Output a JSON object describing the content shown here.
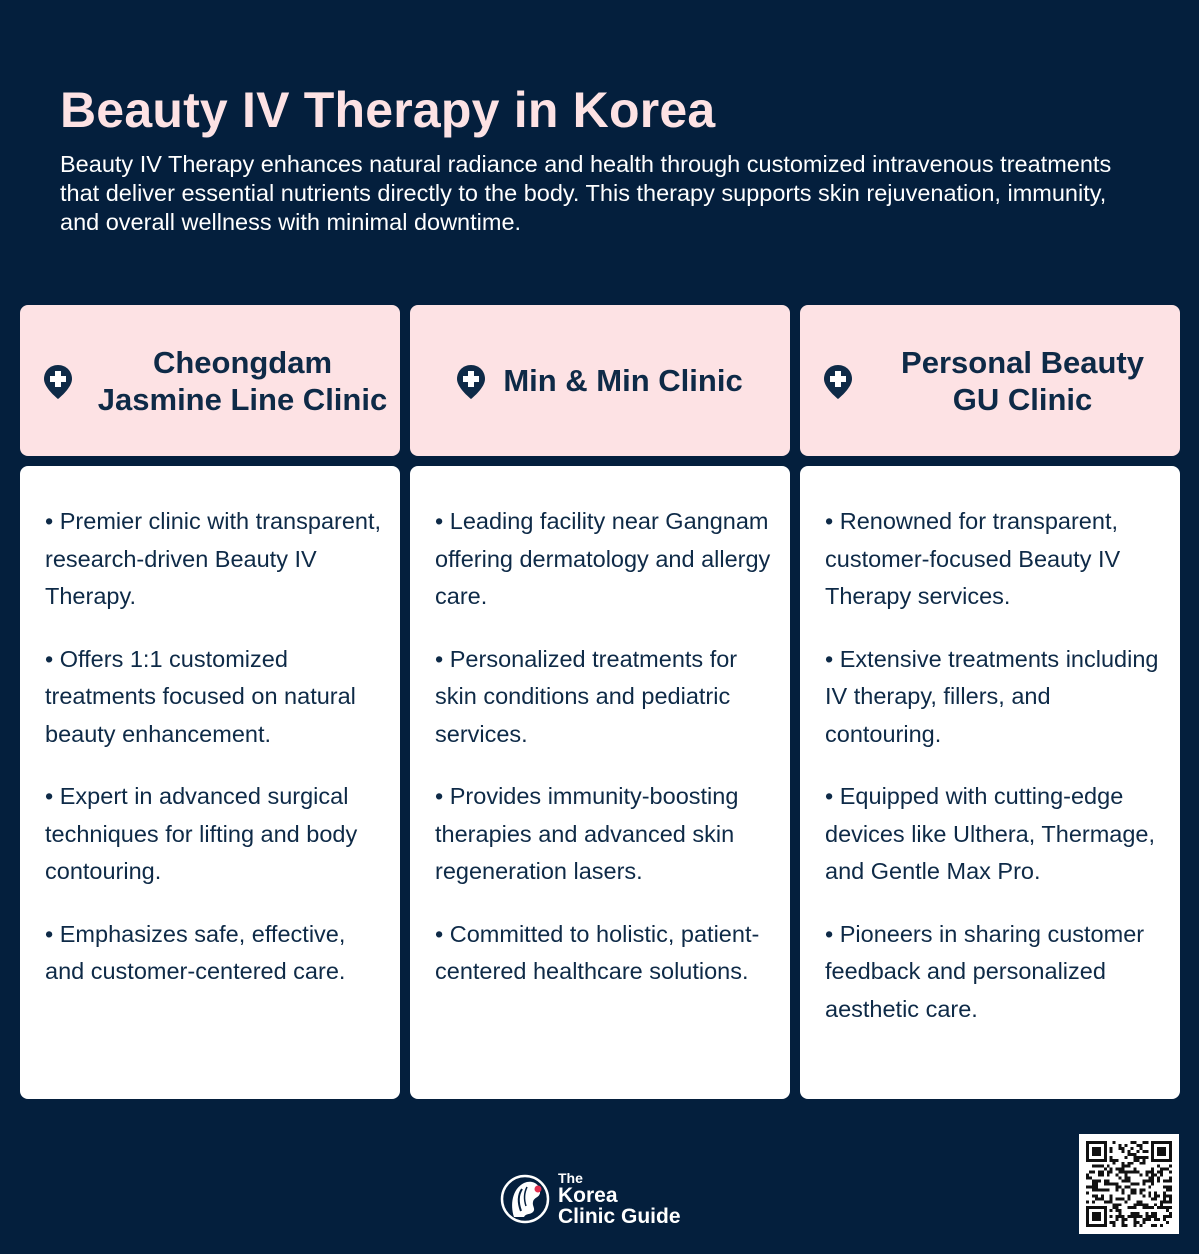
{
  "header": {
    "title": "Beauty IV Therapy in Korea",
    "subtitle": "Beauty IV Therapy enhances natural radiance and health through customized intravenous treatments that deliver essential nutrients directly to the body. This therapy supports skin rejuvenation, immunity, and overall wellness with minimal downtime."
  },
  "colors": {
    "background": "#041f3d",
    "card_header": "#fde2e4",
    "card_body": "#ffffff",
    "text_dark": "#0e2a47",
    "title": "#fde2e4"
  },
  "clinics": [
    {
      "name": "Cheongdam Jasmine Line Clinic",
      "icon": "medical-pin-icon",
      "points": [
        "• Premier clinic with transparent, research-driven Beauty IV Therapy.",
        "• Offers 1:1 customized treatments focused on natural beauty enhancement.",
        "• Expert in advanced surgical techniques for lifting and body contouring.",
        "• Emphasizes safe, effective, and customer-centered care."
      ]
    },
    {
      "name": "Min & Min Clinic",
      "icon": "medical-pin-icon",
      "points": [
        "• Leading facility near Gangnam offering dermatology and allergy care.",
        "• Personalized treatments for skin conditions and pediatric services.",
        "• Provides immunity-boosting therapies and advanced skin regeneration lasers.",
        "• Committed to holistic, patient-centered healthcare solutions."
      ]
    },
    {
      "name": "Personal Beauty GU Clinic",
      "icon": "medical-pin-icon",
      "points": [
        "• Renowned for transparent, customer-focused Beauty IV Therapy services.",
        "• Extensive treatments including IV therapy, fillers, and contouring.",
        "• Equipped with cutting-edge devices like Ulthera, Thermage, and Gentle Max Pro.",
        "• Pioneers in sharing customer feedback and personalized aesthetic care."
      ]
    }
  ],
  "footer": {
    "logo_the": "The",
    "logo_line1": "Korea",
    "logo_line2": "Clinic Guide",
    "qr_icon": "qr-code-icon"
  }
}
